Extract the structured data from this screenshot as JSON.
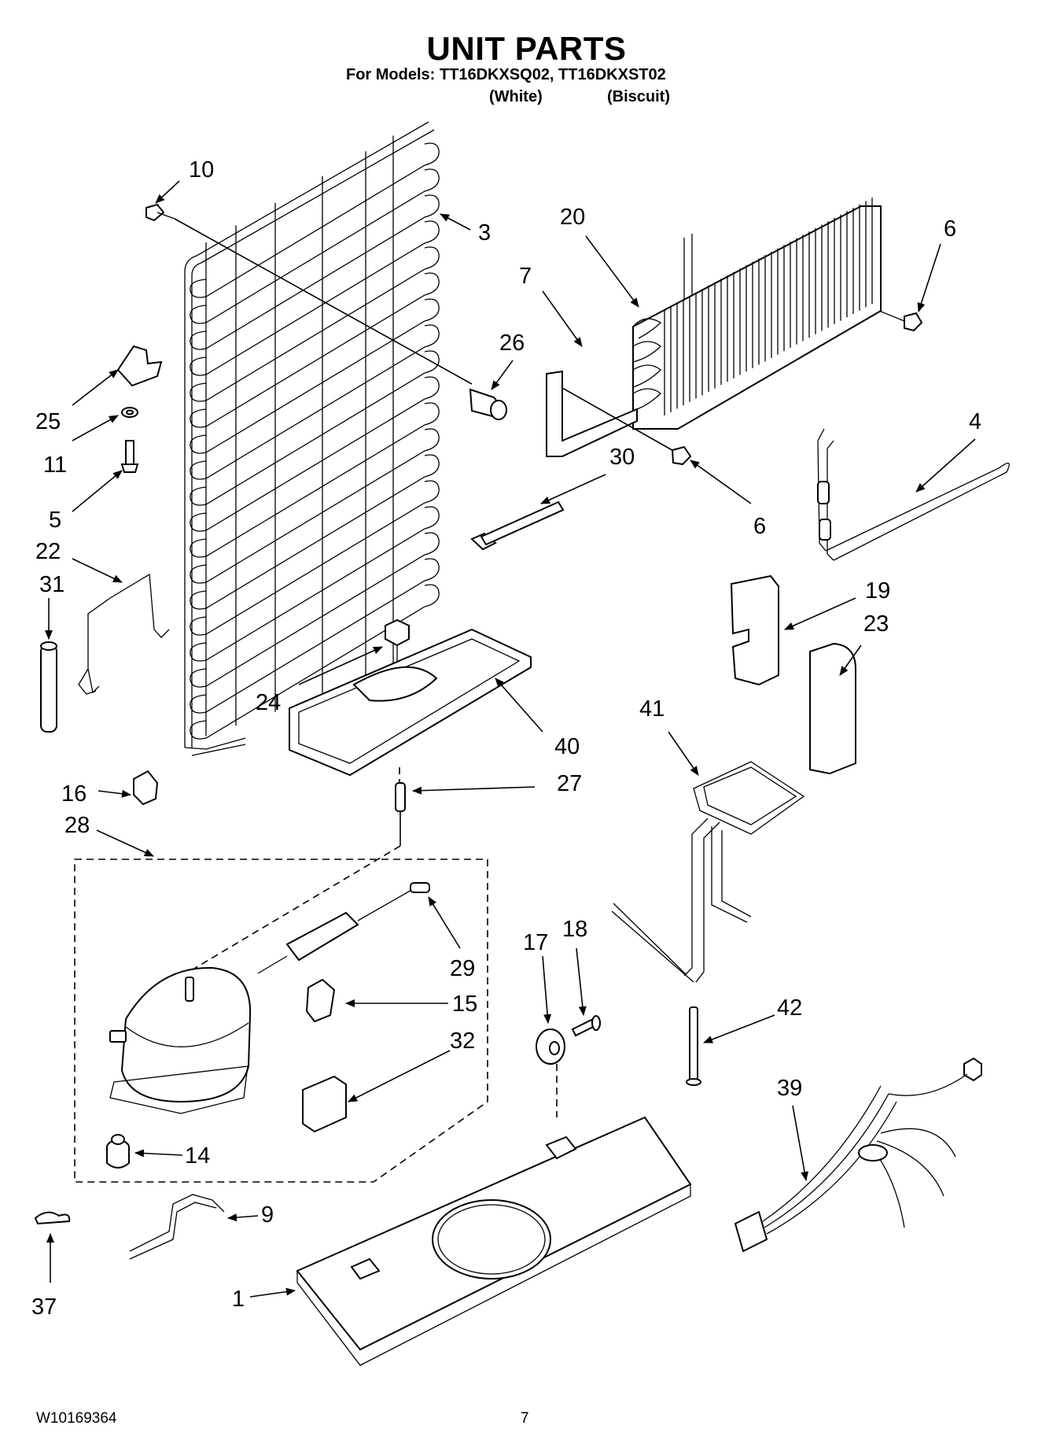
{
  "header": {
    "title": "UNIT PARTS",
    "models_line": "For Models: TT16DKXSQ02, TT16DKXST02",
    "color_white": "(White)",
    "color_biscuit": "(Biscuit)"
  },
  "footer": {
    "doc_number": "W10169364",
    "page_number": "7"
  },
  "callouts": {
    "c1": "1",
    "c3": "3",
    "c4": "4",
    "c5": "5",
    "c6a": "6",
    "c6b": "6",
    "c7": "7",
    "c9": "9",
    "c10": "10",
    "c11": "11",
    "c14": "14",
    "c15": "15",
    "c16": "16",
    "c17": "17",
    "c18": "18",
    "c19": "19",
    "c20": "20",
    "c22": "22",
    "c23": "23",
    "c24": "24",
    "c25": "25",
    "c26": "26",
    "c27": "27",
    "c28": "28",
    "c29": "29",
    "c30": "30",
    "c31": "31",
    "c32": "32",
    "c37": "37",
    "c39": "39",
    "c40": "40",
    "c41": "41",
    "c42": "42"
  }
}
